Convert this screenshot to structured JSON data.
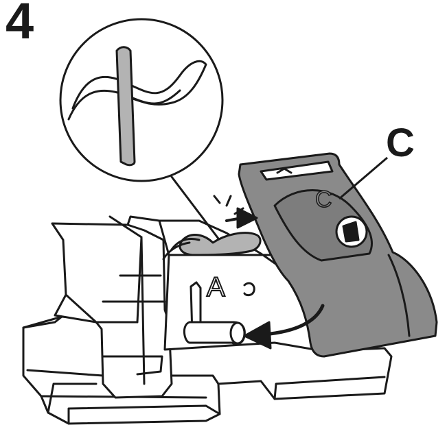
{
  "step": {
    "number": "4"
  },
  "callout": {
    "label": "C"
  },
  "part_marks": {
    "base_mark": "A",
    "cover_mark": "C"
  },
  "colors": {
    "outline": "#1a1a1a",
    "cover_fill": "#8a8a8a",
    "cover_dark": "#6f6f6f",
    "clip_fill": "#b3b3b3",
    "background": "#ffffff"
  },
  "icons": [
    "magnifier-detail-circle",
    "curved-arrow-icon",
    "lock-keyhole-icon"
  ]
}
